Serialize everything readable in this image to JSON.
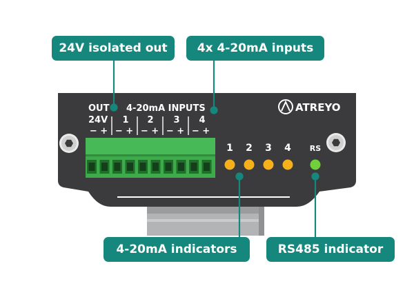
{
  "callouts": {
    "power_out": "24V isolated out",
    "analog_inputs": "4x 4-20mA inputs",
    "analog_indicators": "4-20mA indicators",
    "rs485_indicator": "RS485 indicator"
  },
  "panel": {
    "out_label": "OUT",
    "out_voltage": "24V",
    "inputs_label": "4-20mA INPUTS",
    "channel_numbers": [
      "1",
      "2",
      "3",
      "4"
    ],
    "polarity_pair": "− +",
    "brand": "ATREYO",
    "led_numbers": [
      "1",
      "2",
      "3",
      "4"
    ],
    "rs_label": "RS"
  },
  "colors": {
    "callout": "#16877c",
    "panel": "#3b3b3d",
    "terminal": "#3dab4a",
    "led_amber": "#f5b01c",
    "led_green": "#6fd03a",
    "rail": "#a8aaab"
  },
  "icons": {
    "screw": "hex-socket-screw-icon",
    "logo": "atreyo-logo-icon"
  }
}
